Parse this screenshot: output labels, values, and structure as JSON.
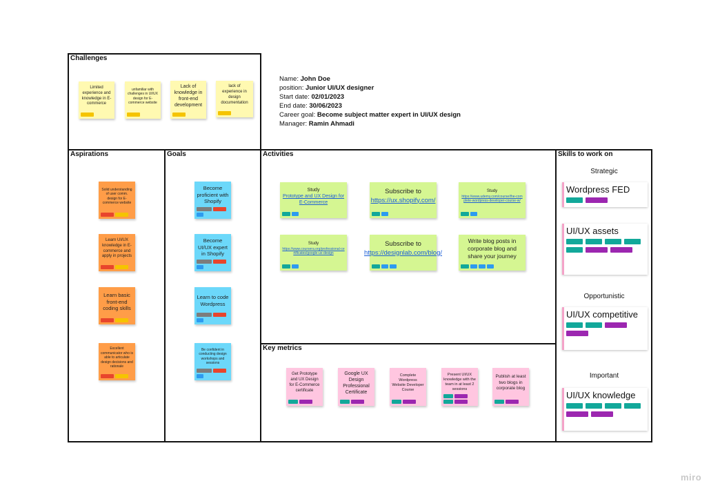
{
  "colors": {
    "red": "#e8452c",
    "yellow": "#f5c400",
    "teal": "#12a89a",
    "purple": "#9c27b0",
    "gray": "#7d7d7d",
    "blue": "#2d9bf0"
  },
  "challenges": {
    "title": "Challenges",
    "notes": [
      {
        "text": "Limited experience and knowledge in E-commerce",
        "tags": [
          "yellow"
        ]
      },
      {
        "text": "unfamiliar with challenges in UI/UX design for E-commerce website",
        "tags": [
          "yellow"
        ]
      },
      {
        "text": "Lack of knowledge in front-end development",
        "tags": [
          "yellow"
        ]
      },
      {
        "text": "lack of experience in design documentation",
        "tags": [
          "yellow"
        ]
      }
    ]
  },
  "profile": {
    "name_label": "Name:",
    "name": "John Doe",
    "position_label": "position:",
    "position": "Junior UI/UX designer",
    "start_label": "Start date:",
    "start": "02/01/2023",
    "end_label": "End date:",
    "end": "30/06/2023",
    "goal_label": "Career goal:",
    "goal": "Become subject matter expert in UI/UX design",
    "manager_label": "Manager:",
    "manager": "Ramin Ahmadi"
  },
  "aspirations": {
    "title": "Aspirations",
    "notes": [
      {
        "text": "Solid understanding of user comm. design for E-commerce website",
        "tags": [
          "red",
          "yellow"
        ]
      },
      {
        "text": "Learn UI/UX knowledge in E-commerce and apply in projects",
        "tags": [
          "red",
          "yellow"
        ]
      },
      {
        "text": "Learn basic front-end coding skills",
        "tags": [
          "red",
          "yellow"
        ]
      },
      {
        "text": "Excellent communicator who is able to articulate design decisions and rationale",
        "tags": [
          "red",
          "yellow"
        ]
      }
    ]
  },
  "goals": {
    "title": "Goals",
    "notes": [
      {
        "text": "Become proficient with Shopify",
        "tags": [
          "gray",
          "red",
          "blue"
        ]
      },
      {
        "text": "Become UI/UX expert in Shopify",
        "tags": [
          "gray",
          "red",
          "blue"
        ]
      },
      {
        "text": "Learn to code Wordpress",
        "tags": [
          "gray",
          "red",
          "blue"
        ]
      },
      {
        "text": "Be confident in conducting design workshops and sessions",
        "tags": [
          "gray",
          "red",
          "blue"
        ]
      }
    ]
  },
  "activities": {
    "title": "Activities",
    "notes": [
      {
        "pre": "Study",
        "link": "Prototype and UX Design for E-Commerce"
      },
      {
        "pre": "Subscribe to",
        "link": "https://ux.shopify.com/"
      },
      {
        "pre": "Study",
        "link": "https://www.udemy.com/course/the-complete-wordpress-developer-course-w/"
      },
      {
        "pre": "Study",
        "link": "https://www.coursera.org/professional-certificates/google-ux-design"
      },
      {
        "pre": "Subscribe to",
        "link": "https://designlab.com/blog/"
      },
      {
        "pre": "Write blog posts in corporate blog and share your journey",
        "link": ""
      }
    ]
  },
  "metrics": {
    "title": "Key metrics",
    "notes": [
      {
        "text": "Get Prototype and UX Design for E-Commerce certificate"
      },
      {
        "text": "Google UX Design Professional Certificate"
      },
      {
        "text": "Complete Wordpress Website Developer Course"
      },
      {
        "text": "Present UI/UX knowledge with the team in at least 2 sessions"
      },
      {
        "text": "Publish at least two blogs in corporate blog"
      }
    ]
  },
  "skills": {
    "title": "Skills to work on",
    "strategic_label": "Strategic",
    "opportunistic_label": "Opportunistic",
    "important_label": "Important",
    "cards": [
      {
        "text": "Wordpress FED"
      },
      {
        "text": "UI/UX assets"
      },
      {
        "text": "UI/UX competitive"
      },
      {
        "text": "UI/UX knowledge"
      }
    ]
  },
  "logo": "miro"
}
